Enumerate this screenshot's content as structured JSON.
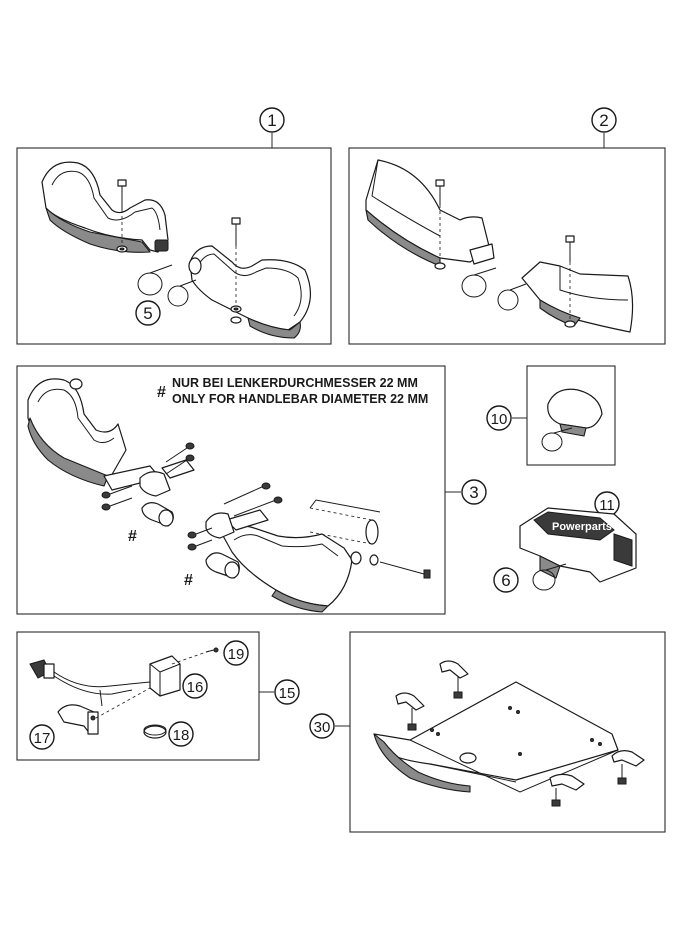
{
  "note": {
    "hash_symbol": "#",
    "line_de": "NUR BEI LENKERDURCHMESSER 22 MM",
    "line_en": "ONLY FOR HANDLEBAR DIAMETER 22 MM"
  },
  "hash_markers": [
    "#",
    "#"
  ],
  "callouts": {
    "c1": "1",
    "c2": "2",
    "c3": "3",
    "c5": "5",
    "c6": "6",
    "c10": "10",
    "c11": "11",
    "c15": "15",
    "c16": "16",
    "c17": "17",
    "c18": "18",
    "c19": "19",
    "c30": "30"
  },
  "embossed_logo": "Powerparts"
}
